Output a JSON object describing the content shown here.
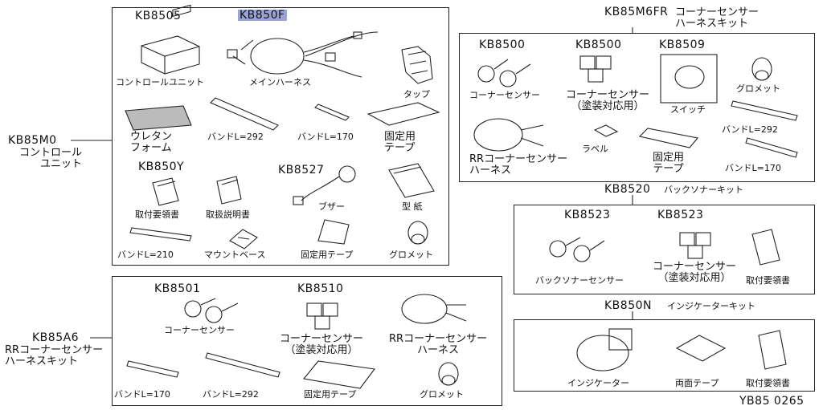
{
  "groups": [
    {
      "code": "KB85M0",
      "name": "コントロール\nユニット"
    },
    {
      "code": "KB85A6",
      "name": "RRコーナーセンサー\nハーネスキット"
    }
  ],
  "kits": [
    {
      "code": "KB85M6FR",
      "name": "コーナーセンサー\nハーネスキット"
    },
    {
      "code": "KB8520",
      "name": "バックソナーキット"
    },
    {
      "code": "KB850N",
      "name": "インジケーターキット"
    }
  ],
  "codes": [
    "KB8505",
    "KB850F",
    "KB850Y",
    "KB8527",
    "KB8501",
    "KB8510",
    "KB8500",
    "KB8500",
    "KB8509",
    "KB8523",
    "KB8523"
  ],
  "highlight_color": "#9aa2d6",
  "parts": {
    "control_unit": "コントロールユニット",
    "main_harness": "メインハーネス",
    "tap": "タップ",
    "urethane_foam": "ウレタン\nフォーム",
    "band_292": "バンドL=292",
    "band_170": "バンドL=170",
    "fixing_tape": "固定用\nテープ",
    "buzzer": "ブザー",
    "template": "型 紙",
    "install_manual": "取付要領書",
    "user_manual": "取扱説明書",
    "band_210": "バンドL=210",
    "mount_base": "マウントベース",
    "fixing_tape_1line": "固定用テープ",
    "grommet": "グロメット",
    "corner_sensor": "コーナーセンサー",
    "corner_sensor_painted": "コーナーセンサー\n（塗装対応用）",
    "rr_corner_harness": "RRコーナーセンサー\nハーネス",
    "switch": "スイッチ",
    "label": "ラベル",
    "back_sonar_sensor": "バックソナーセンサー",
    "indicator": "インジケーター",
    "double_tape": "両面テープ"
  },
  "footer": "YB85 0265"
}
